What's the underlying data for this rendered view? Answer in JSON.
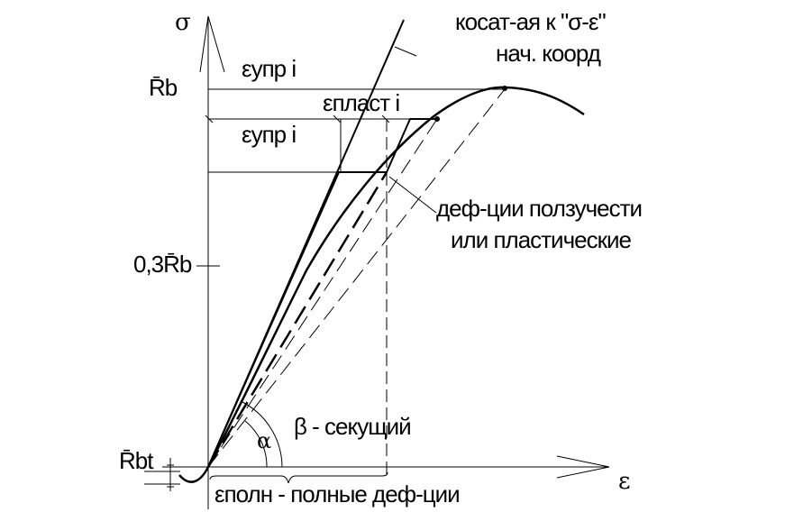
{
  "labels": {
    "sigma_axis": "σ",
    "eps_axis": "ε",
    "Rb": "R̄b",
    "Rbt": "R̄bt",
    "point03Rb": "0,3R̄b",
    "eps_upr_top": "εупр i",
    "eps_upr_mid": "εупр i",
    "eps_plast": "εпласт  i",
    "tangent_line1": "косат-ая к \"σ-ε\"",
    "tangent_line2": "нач. коорд",
    "creep_line1": "деф-ции ползучести",
    "creep_line2": "или пластические",
    "beta": "β - секущий",
    "alpha": "α",
    "eps_poln": "εполн -  полные деф-ции"
  }
}
